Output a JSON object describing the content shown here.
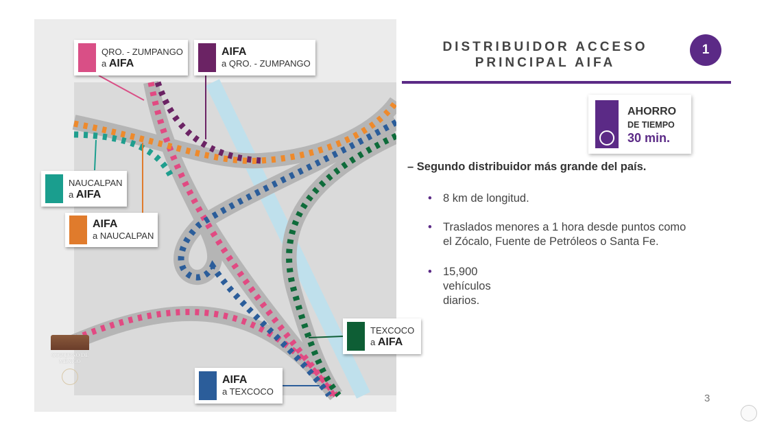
{
  "header": {
    "title_line1": "DISTRIBUIDOR ACCESO",
    "title_line2": "PRINCIPAL AIFA",
    "badge": "1"
  },
  "ahorro": {
    "line1": "AHORRO",
    "line2": "DE TIEMPO",
    "value": "30 min.",
    "icon": "clock-icon"
  },
  "subtitle": "– Segundo distribuidor más grande del país.",
  "bullets": [
    {
      "lines": [
        "8 km de longitud."
      ]
    },
    {
      "lines": [
        "Traslados menores a 1 hora desde puntos como",
        "el Zócalo, Fuente de Petróleos o Santa Fe."
      ]
    },
    {
      "lines": [
        "15,900",
        "vehículos",
        "diarios."
      ]
    }
  ],
  "page_number": "3",
  "logo_text": "GOBIERNO DE MÉXICO",
  "map_labels": [
    {
      "small": "QRO. - ZUMPANGO",
      "prefix": "a ",
      "bold": "AIFA",
      "color": "#d94f86"
    },
    {
      "bold": "AIFA",
      "small": "a QRO. - ZUMPANGO",
      "color": "#6b2364"
    },
    {
      "small": "NAUCALPAN",
      "prefix": "a ",
      "bold": "AIFA",
      "color": "#1a9e8e"
    },
    {
      "bold": "AIFA",
      "small": "a NAUCALPAN",
      "color": "#e07b2c"
    },
    {
      "small": "TEXCOCO",
      "prefix": "a ",
      "bold": "AIFA",
      "color": "#0e5e35"
    },
    {
      "bold": "AIFA",
      "small": "a TEXCOCO",
      "color": "#2b5d9a"
    }
  ]
}
